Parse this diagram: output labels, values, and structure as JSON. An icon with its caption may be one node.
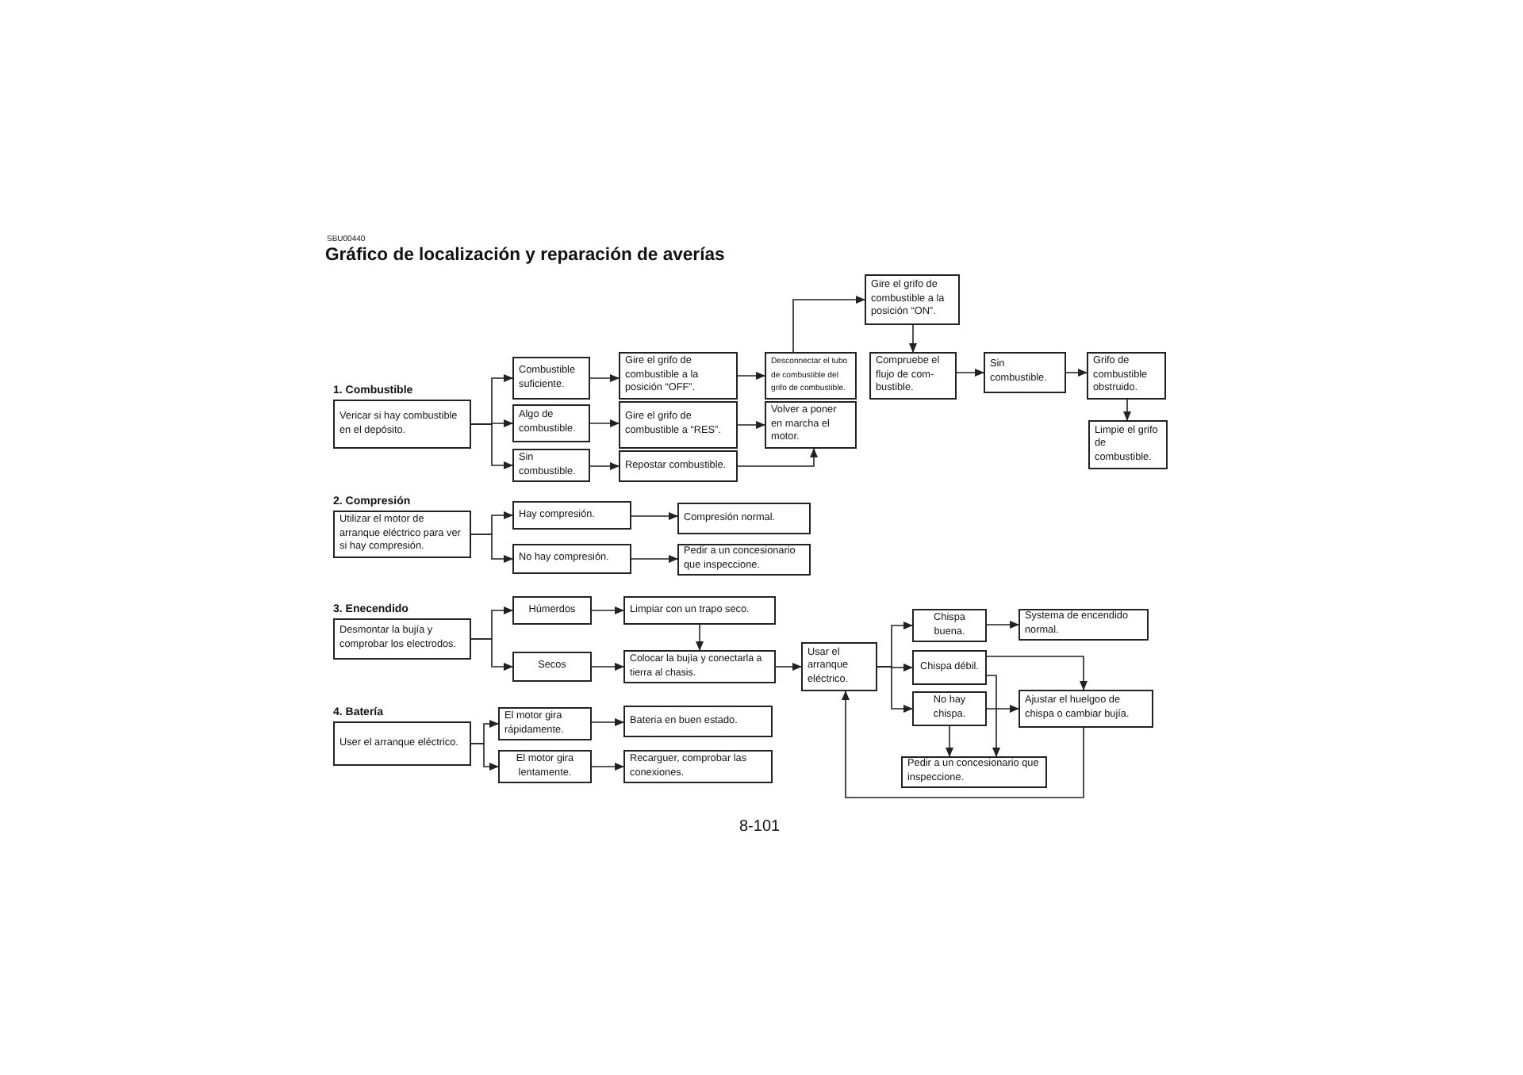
{
  "diagram": {
    "title": "Gráfico de localización y reparación de averías",
    "nodes": [
      {
        "text": [
          "1. Combustible",
          "Vericar si hay combustible en el depósito."
        ]
      },
      {
        "text": [
          "Combustible suficiente."
        ]
      },
      {
        "text": [
          "Algo de combustible."
        ]
      },
      {
        "text": [
          "Sin combustible."
        ]
      },
      {
        "text": [
          "Gire el grifo de combustible a la posición “OFF”."
        ]
      },
      {
        "text": [
          "Gire el grifo de combustible a “RES”."
        ]
      },
      {
        "text": [
          "Repostar combustible."
        ]
      },
      {
        "text": [
          "Desconnectar el tubo de combustible del grifo de combustible."
        ]
      },
      {
        "text": [
          "Volver a poner en marcha el motor."
        ]
      },
      {
        "text": [
          "Gire el grifo de combustible a la posición “ON”."
        ]
      },
      {
        "text": [
          "Compruebe el flujo de com- bustible."
        ]
      },
      {
        "text": [
          "Sin combustible."
        ]
      },
      {
        "text": [
          "Grifo de combustible obstruido."
        ]
      },
      {
        "text": [
          "Limpie el grifo de combustible."
        ]
      },
      {
        "text": [
          "2. Compresión",
          "Utilizar el motor de arranque eléctrico para ver si hay compresión."
        ]
      },
      {
        "text": [
          "Hay compresión."
        ]
      },
      {
        "text": [
          "No hay compresión."
        ]
      },
      {
        "text": [
          "Compresión normal."
        ]
      },
      {
        "text": [
          "Pedir a un concesionario que inspeccione."
        ]
      },
      {
        "text": [
          "3. Enecendido",
          "Desmontar la bujía y comprobar los electrodos."
        ]
      },
      {
        "text": [
          "Húmerdos"
        ]
      },
      {
        "text": [
          "Secos"
        ]
      },
      {
        "text": [
          "Limpiar con un trapo seco."
        ]
      },
      {
        "text": [
          "Colocar la bujía y conectarla a tierra al chasis."
        ]
      },
      {
        "text": [
          "Usar el arranque eléctrico."
        ]
      },
      {
        "text": [
          "Chispa buena."
        ]
      },
      {
        "text": [
          "Chispa débil."
        ]
      },
      {
        "text": [
          "No hay chispa."
        ]
      },
      {
        "text": [
          "Systema de encendido normal."
        ]
      },
      {
        "text": [
          "Ajustar el huelgoo de chispa o cambiar bujía."
        ]
      },
      {
        "text": [
          "Pedir a un concesionario que inspeccione."
        ]
      },
      {
        "text": [
          "4. Batería",
          "User el arranque eléctrico."
        ]
      },
      {
        "text": [
          "El motor gira rápidamente."
        ]
      },
      {
        "text": [
          "El motor gira lentamente."
        ]
      },
      {
        "text": [
          "Bateria en buen estado."
        ]
      },
      {
        "text": [
          "Recarguer, comprobar las conexiones."
        ]
      }
    ],
    "edges": [
      {
        "from": 0,
        "to": 1,
        "arrow": "to"
      },
      {
        "from": 0,
        "to": 2,
        "arrow": "to"
      },
      {
        "from": 0,
        "to": 3,
        "arrow": "to"
      },
      {
        "from": 1,
        "to": 4,
        "arrow": "to"
      },
      {
        "from": 2,
        "to": 5,
        "arrow": "to"
      },
      {
        "from": 3,
        "to": 6,
        "arrow": "to"
      },
      {
        "from": 4,
        "to": 7,
        "arrow": "to"
      },
      {
        "from": 5,
        "to": 8,
        "arrow": "to"
      },
      {
        "from": 6,
        "to": 8,
        "arrow": "to"
      },
      {
        "from": 7,
        "to": 9,
        "arrow": "to"
      },
      {
        "from": 9,
        "to": 10,
        "arrow": "to"
      },
      {
        "from": 10,
        "to": 11,
        "arrow": "to"
      },
      {
        "from": 11,
        "to": 12,
        "arrow": "to"
      },
      {
        "from": 12,
        "to": 13,
        "arrow": "to"
      },
      {
        "from": 14,
        "to": 15,
        "arrow": "to"
      },
      {
        "from": 14,
        "to": 16,
        "arrow": "to"
      },
      {
        "from": 15,
        "to": 17,
        "arrow": "to"
      },
      {
        "from": 16,
        "to": 18,
        "arrow": "to"
      },
      {
        "from": 19,
        "to": 20,
        "arrow": "to"
      },
      {
        "from": 19,
        "to": 21,
        "arrow": "to"
      },
      {
        "from": 20,
        "to": 22,
        "arrow": "to"
      },
      {
        "from": 21,
        "to": 23,
        "arrow": "to"
      },
      {
        "from": 22,
        "to": 23,
        "arrow": "to"
      },
      {
        "from": 23,
        "to": 24,
        "arrow": "to"
      },
      {
        "from": 24,
        "to": 25,
        "arrow": "to"
      },
      {
        "from": 24,
        "to": 26,
        "arrow": "to"
      },
      {
        "from": 24,
        "to": 27,
        "arrow": "to"
      },
      {
        "from": 25,
        "to": 28,
        "arrow": "to"
      },
      {
        "from": 26,
        "to": 29,
        "arrow": "to"
      },
      {
        "from": 26,
        "to": 30,
        "arrow": "to"
      },
      {
        "from": 27,
        "to": 29,
        "arrow": "to"
      },
      {
        "from": 27,
        "to": 30,
        "arrow": "to"
      },
      {
        "from": 29,
        "to": 24,
        "arrow": "to"
      },
      {
        "from": 31,
        "to": 32,
        "arrow": "to"
      },
      {
        "from": 31,
        "to": 33,
        "arrow": "to"
      },
      {
        "from": 32,
        "to": 34,
        "arrow": "to"
      },
      {
        "from": 33,
        "to": 35,
        "arrow": "to"
      }
    ],
    "labels": [
      "SBU00440",
      "8-101"
    ]
  }
}
